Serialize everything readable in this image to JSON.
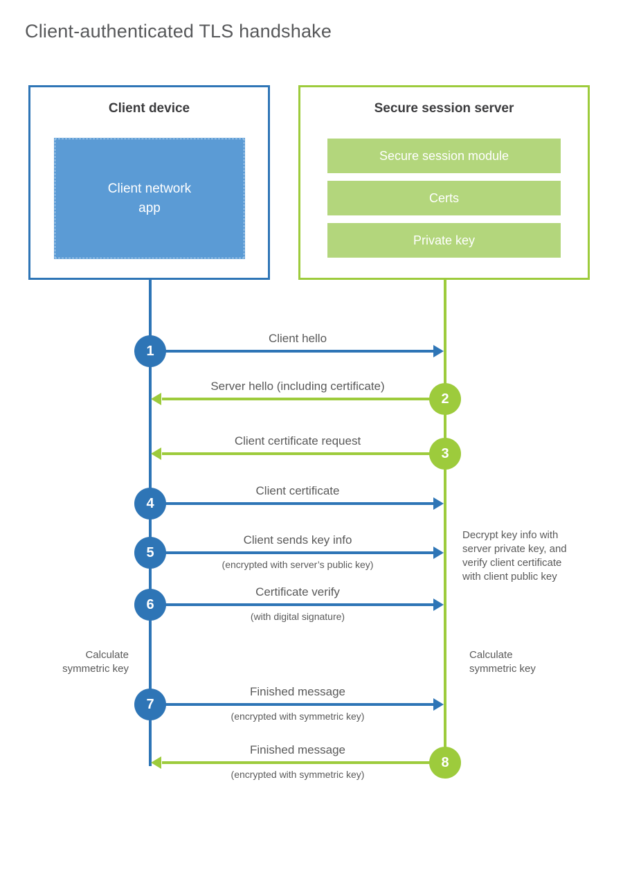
{
  "title": "Client-authenticated TLS handshake",
  "colors": {
    "blue": "#2e75b6",
    "blue_light": "#5b9bd5",
    "green": "#9dcb3c",
    "green_light": "#b3d67c",
    "text_gray": "#595959",
    "heading_gray": "#3b3b3d"
  },
  "client_box": {
    "title": "Client device",
    "app_label": "Client network\napp"
  },
  "server_box": {
    "title": "Secure session server",
    "modules": [
      "Secure session module",
      "Certs",
      "Private key"
    ]
  },
  "messages": [
    {
      "num": "1",
      "label": "Client hello",
      "direction": "right",
      "color": "blue"
    },
    {
      "num": "2",
      "label": "Server hello (including certificate)",
      "direction": "left",
      "color": "green"
    },
    {
      "num": "3",
      "label": "Client certificate request",
      "direction": "left",
      "color": "green"
    },
    {
      "num": "4",
      "label": "Client certificate",
      "direction": "right",
      "color": "blue"
    },
    {
      "num": "5",
      "label": "Client sends key info",
      "sub": "(encrypted with server’s public key)",
      "direction": "right",
      "color": "blue"
    },
    {
      "num": "6",
      "label": "Certificate verify",
      "sub": "(with digital signature)",
      "direction": "right",
      "color": "blue"
    },
    {
      "num": "7",
      "label": "Finished message",
      "sub": "(encrypted with symmetric key)",
      "direction": "right",
      "color": "blue"
    },
    {
      "num": "8",
      "label": "Finished message",
      "sub": "(encrypted with symmetric key)",
      "direction": "left",
      "color": "green"
    }
  ],
  "notes": {
    "decrypt": "Decrypt key info with\nserver private key, and\nverify client certificate\nwith client public key",
    "calc_left": "Calculate\nsymmetric key",
    "calc_right": "Calculate\nsymmetric key"
  }
}
